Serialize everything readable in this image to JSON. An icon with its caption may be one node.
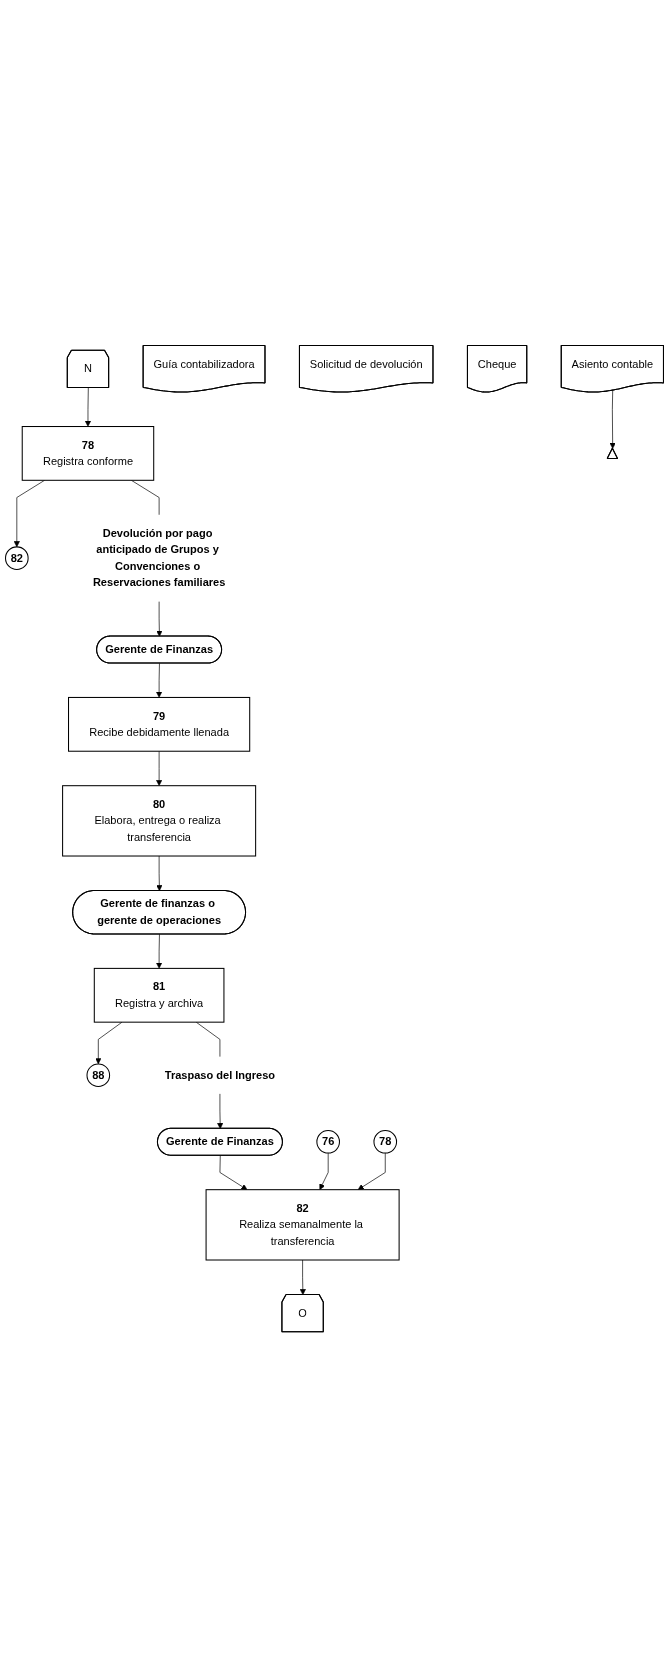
{
  "diagram": {
    "nodes": [
      {
        "text": [
          "N"
        ]
      },
      {
        "text": [
          "78",
          "Registra conforme"
        ]
      },
      {
        "text": [
          "82"
        ]
      },
      {
        "text": [
          "Guía contabilizadora"
        ]
      },
      {
        "text": [
          "Devolución por pago anticipado de Grupos y Convenciones o Reservaciones familiares"
        ]
      },
      {
        "text": [
          "Gerente de Finanzas"
        ]
      },
      {
        "text": [
          "79",
          "Recibe debidamente llenada"
        ]
      },
      {
        "text": [
          "Solicitud de devolución"
        ]
      },
      {
        "text": [
          "80",
          "Elabora, entrega o realiza transferencia"
        ]
      },
      {
        "text": [
          "Cheque"
        ]
      },
      {
        "text": [
          "Gerente de finanzas o gerente de operaciones"
        ]
      },
      {
        "text": [
          "81",
          "Registra y archiva"
        ]
      },
      {
        "text": [
          "88"
        ]
      },
      {
        "text": [
          "Asiento contable"
        ]
      },
      {
        "text": [],
        "shape": "triangle"
      },
      {
        "text": [
          "Traspaso del Ingreso"
        ]
      },
      {
        "text": [
          "Gerente de Finanzas"
        ]
      },
      {
        "text": [
          "76"
        ]
      },
      {
        "text": [
          "78"
        ]
      },
      {
        "text": [
          "82",
          "Realiza semanalmente la transferencia"
        ]
      },
      {
        "text": [
          "O"
        ]
      }
    ],
    "edges": [
      {
        "from": 0,
        "to": 1,
        "arrow": "to"
      },
      {
        "from": 1,
        "to": 2,
        "arrow": "to"
      },
      {
        "from": 1,
        "to": 4,
        "arrow": "none"
      },
      {
        "from": 4,
        "to": 5,
        "arrow": "to"
      },
      {
        "from": 5,
        "to": 6,
        "arrow": "to"
      },
      {
        "from": 6,
        "to": 8,
        "arrow": "to"
      },
      {
        "from": 8,
        "to": 10,
        "arrow": "to"
      },
      {
        "from": 10,
        "to": 11,
        "arrow": "to"
      },
      {
        "from": 11,
        "to": 12,
        "arrow": "to"
      },
      {
        "from": 13,
        "to": 14,
        "arrow": "to"
      },
      {
        "from": 11,
        "to": 15,
        "arrow": "none"
      },
      {
        "from": 15,
        "to": 16,
        "arrow": "to"
      },
      {
        "from": 16,
        "to": 19,
        "arrow": "to"
      },
      {
        "from": 17,
        "to": 19,
        "arrow": "to"
      },
      {
        "from": 18,
        "to": 19,
        "arrow": "to"
      },
      {
        "from": 19,
        "to": 20,
        "arrow": "to"
      }
    ]
  }
}
